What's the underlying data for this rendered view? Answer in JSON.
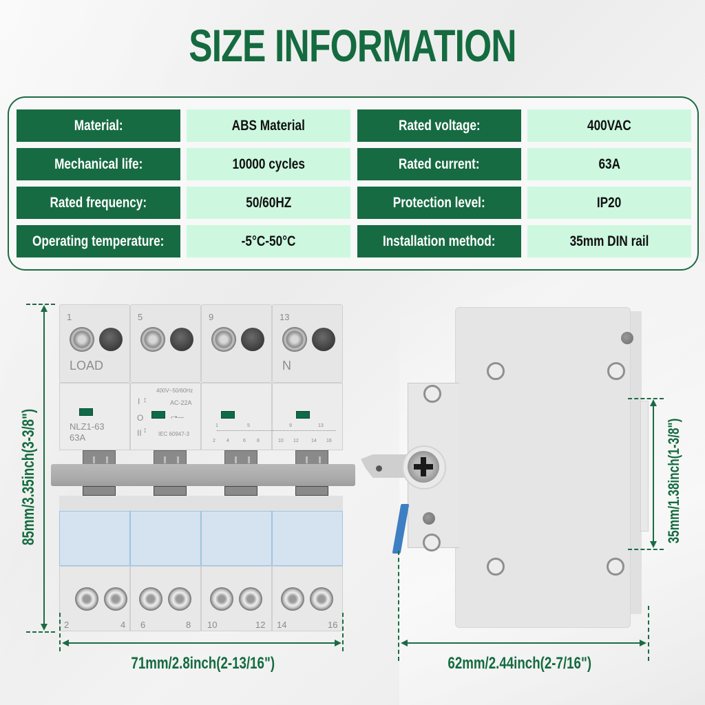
{
  "title": "SIZE INFORMATION",
  "colors": {
    "brand_green": "#176b42",
    "value_bg": "#cdf8df",
    "dimension_green": "#146b3f"
  },
  "specs": [
    {
      "label": "Material:",
      "value": "ABS Material"
    },
    {
      "label": "Mechanical life:",
      "value": "10000 cycles"
    },
    {
      "label": "Rated frequency:",
      "value": "50/60HZ"
    },
    {
      "label": "Operating temperature:",
      "value": "-5°C-50°C"
    },
    {
      "label": "Rated voltage:",
      "value": "400VAC"
    },
    {
      "label": "Rated current:",
      "value": "63A"
    },
    {
      "label": "Protection level:",
      "value": "IP20"
    },
    {
      "label": "Installation method:",
      "value": "35mm DIN rail"
    }
  ],
  "front_view": {
    "modules": [
      {
        "top_num": "1",
        "top_label": "LOAD",
        "bottom_left": "2",
        "bottom_right": "4"
      },
      {
        "top_num": "5",
        "top_label": "",
        "bottom_left": "6",
        "bottom_right": "8"
      },
      {
        "top_num": "9",
        "top_label": "",
        "bottom_left": "10",
        "bottom_right": "12"
      },
      {
        "top_num": "13",
        "top_label": "N",
        "bottom_left": "14",
        "bottom_right": "16"
      }
    ],
    "model": "NLZ1-63",
    "current": "63A",
    "rating": "400V~50/60Hz",
    "category": "AC-22A",
    "standard": "IEC 60947-3",
    "positions": [
      "I",
      "O",
      "II"
    ],
    "diagram_top_nums": [
      "1",
      "5",
      "9",
      "13"
    ],
    "diagram_bottom_nums": [
      "2",
      "4",
      "6",
      "8",
      "10",
      "12",
      "14",
      "16"
    ]
  },
  "dimensions": {
    "height": "85mm/3.35inch(3-3/8\")",
    "width_front": "71mm/2.8inch(2-13/16\")",
    "depth_side": "62mm/2.44inch(2-7/16\")",
    "rail": "35mm/1.38inch(1-3/8\")"
  }
}
